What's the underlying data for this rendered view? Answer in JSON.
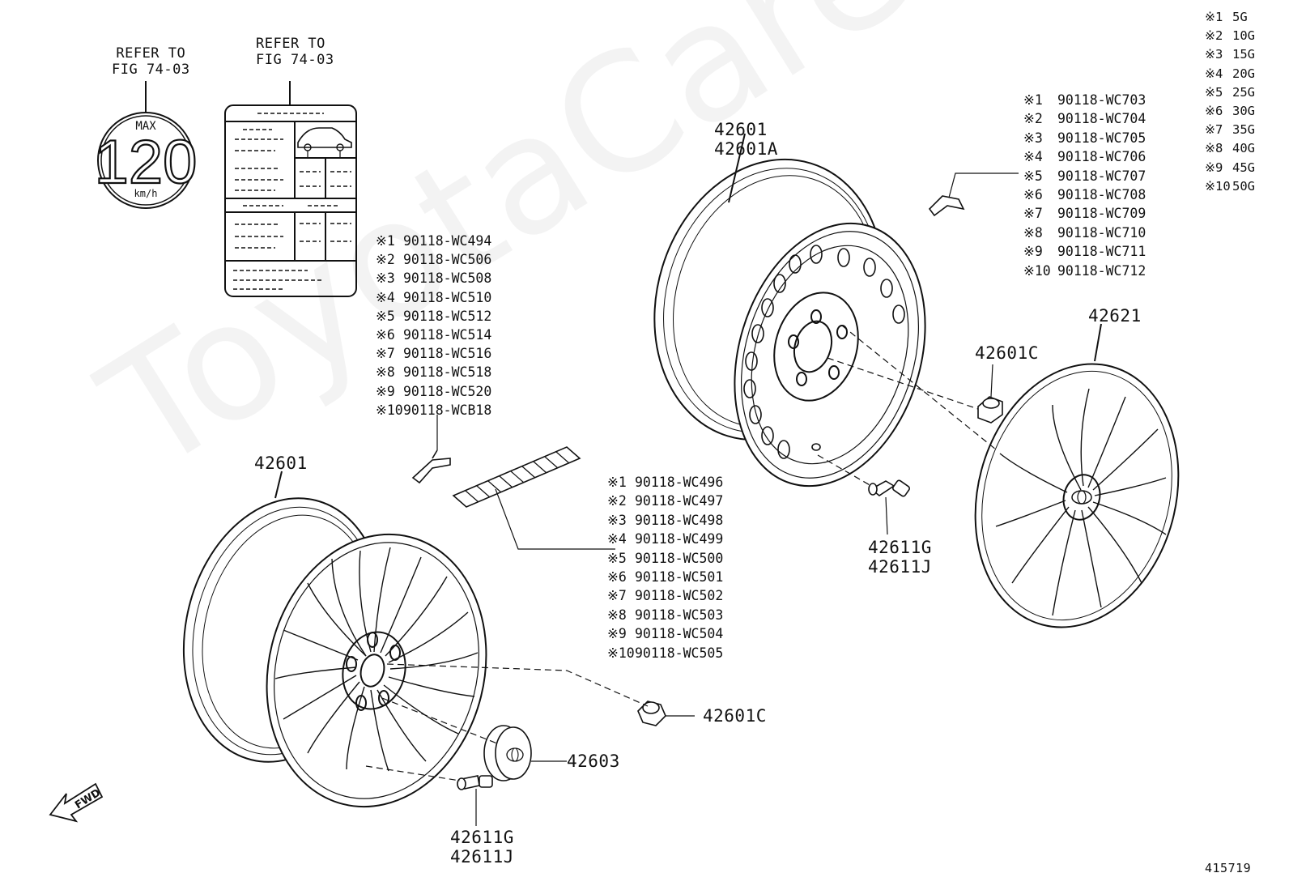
{
  "refer_label_1": {
    "line1": "REFER TO",
    "line2": "FIG 74-03"
  },
  "refer_label_2": {
    "line1": "REFER TO",
    "line2": "FIG 74-03"
  },
  "speed_sign": {
    "top": "MAX",
    "value": "120",
    "unit": "km/h"
  },
  "part_numbers": {
    "rim_rear": [
      "42601",
      "42601A"
    ],
    "wheel_front": "42601",
    "wheel_cover": "42621",
    "nut_upper": "42601C",
    "nut_lower": "42601C",
    "center_cap": "42603",
    "valve_upper": [
      "42611G",
      "42611J"
    ],
    "valve_lower": [
      "42611G",
      "42611J"
    ]
  },
  "weights_list_a": [
    {
      "mark": "※1",
      "part": "90118-WC494"
    },
    {
      "mark": "※2",
      "part": "90118-WC506"
    },
    {
      "mark": "※3",
      "part": "90118-WC508"
    },
    {
      "mark": "※4",
      "part": "90118-WC510"
    },
    {
      "mark": "※5",
      "part": "90118-WC512"
    },
    {
      "mark": "※6",
      "part": "90118-WC514"
    },
    {
      "mark": "※7",
      "part": "90118-WC516"
    },
    {
      "mark": "※8",
      "part": "90118-WC518"
    },
    {
      "mark": "※9",
      "part": "90118-WC520"
    },
    {
      "mark": "※10",
      "part": "90118-WCB18"
    }
  ],
  "weights_list_b": [
    {
      "mark": "※1",
      "part": "90118-WC496"
    },
    {
      "mark": "※2",
      "part": "90118-WC497"
    },
    {
      "mark": "※3",
      "part": "90118-WC498"
    },
    {
      "mark": "※4",
      "part": "90118-WC499"
    },
    {
      "mark": "※5",
      "part": "90118-WC500"
    },
    {
      "mark": "※6",
      "part": "90118-WC501"
    },
    {
      "mark": "※7",
      "part": "90118-WC502"
    },
    {
      "mark": "※8",
      "part": "90118-WC503"
    },
    {
      "mark": "※9",
      "part": "90118-WC504"
    },
    {
      "mark": "※10",
      "part": "90118-WC505"
    }
  ],
  "weights_list_c": [
    {
      "mark": "※1",
      "part": "90118-WC703"
    },
    {
      "mark": "※2",
      "part": "90118-WC704"
    },
    {
      "mark": "※3",
      "part": "90118-WC705"
    },
    {
      "mark": "※4",
      "part": "90118-WC706"
    },
    {
      "mark": "※5",
      "part": "90118-WC707"
    },
    {
      "mark": "※6",
      "part": "90118-WC708"
    },
    {
      "mark": "※7",
      "part": "90118-WC709"
    },
    {
      "mark": "※8",
      "part": "90118-WC710"
    },
    {
      "mark": "※9",
      "part": "90118-WC711"
    },
    {
      "mark": "※10",
      "part": "90118-WC712"
    }
  ],
  "gram_legend": [
    {
      "mark": "※1",
      "value": "5G"
    },
    {
      "mark": "※2",
      "value": "10G"
    },
    {
      "mark": "※3",
      "value": "15G"
    },
    {
      "mark": "※4",
      "value": "20G"
    },
    {
      "mark": "※5",
      "value": "25G"
    },
    {
      "mark": "※6",
      "value": "30G"
    },
    {
      "mark": "※7",
      "value": "35G"
    },
    {
      "mark": "※8",
      "value": "40G"
    },
    {
      "mark": "※9",
      "value": "45G"
    },
    {
      "mark": "※10",
      "value": "50G"
    }
  ],
  "fwd_label": "FWD",
  "figure_number": "415719",
  "watermark": "ToyotaCare"
}
